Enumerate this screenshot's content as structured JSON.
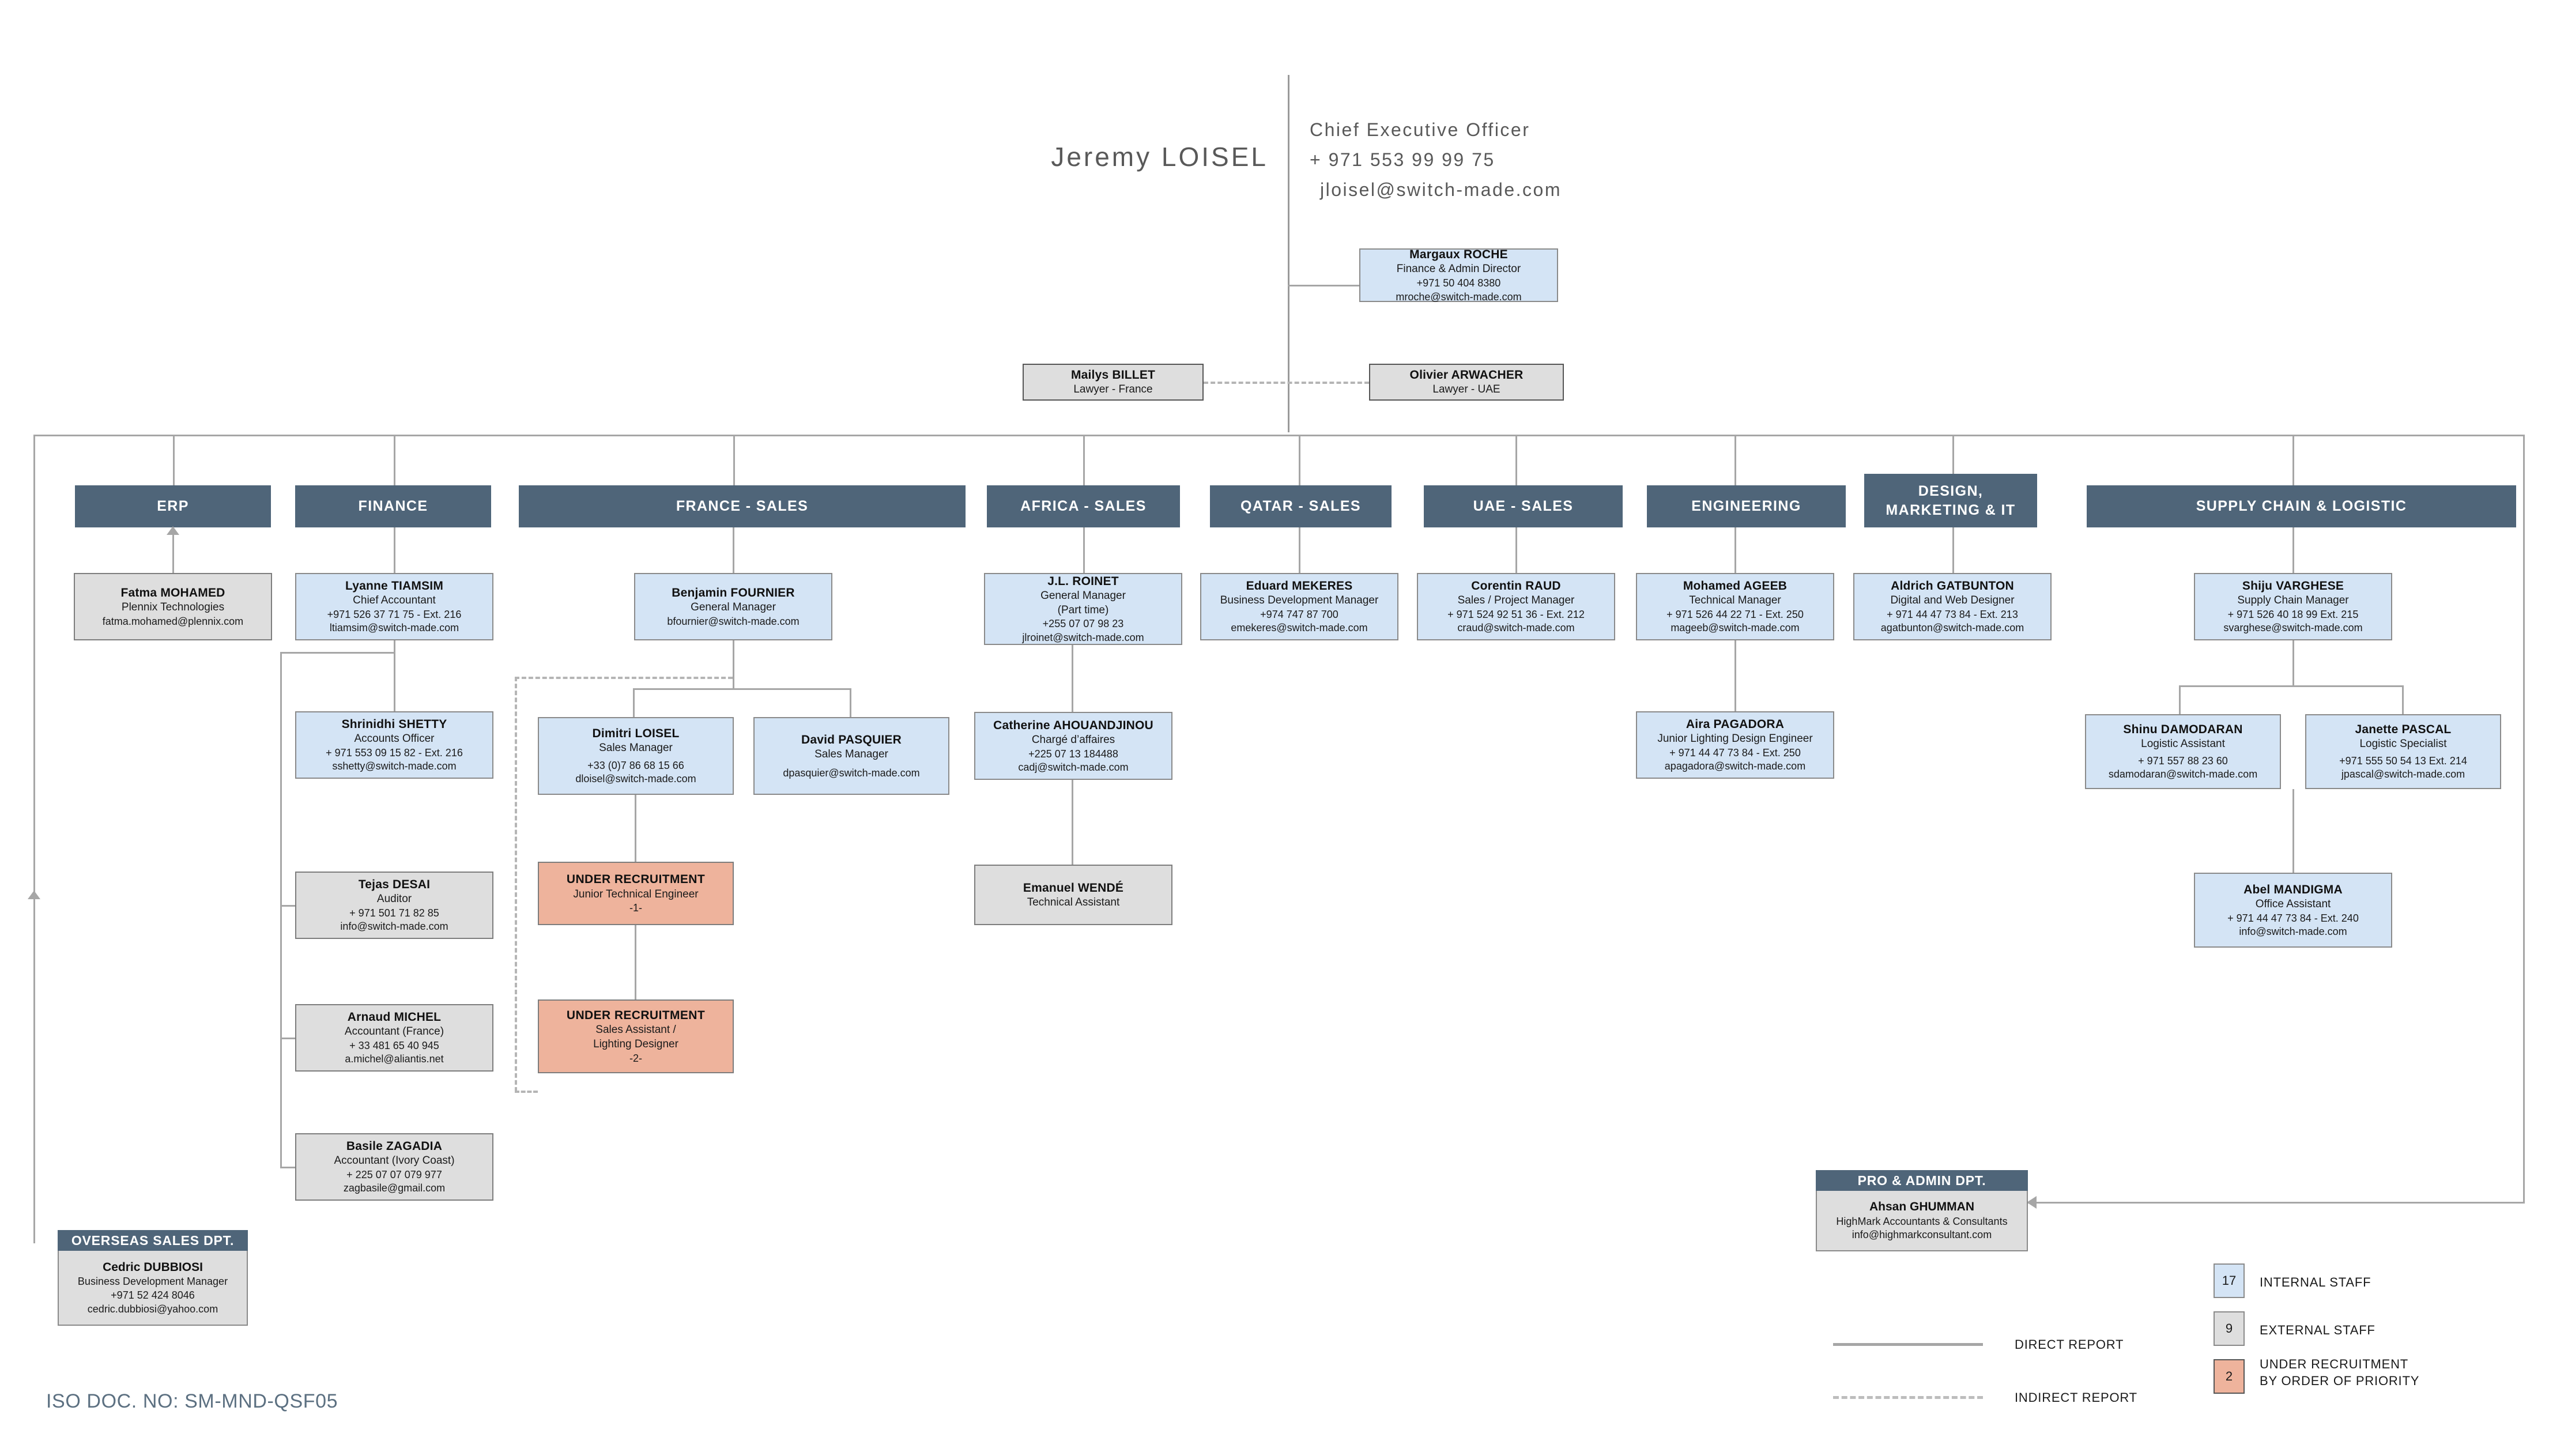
{
  "ceo": {
    "name": "Jeremy LOISEL",
    "title": "Chief Executive Officer",
    "phone": "+ 971 553 99 99 75",
    "email": "jloisel@switch-made.com"
  },
  "executive": {
    "finance_director": {
      "name": "Margaux ROCHE",
      "title": "Finance & Admin Director",
      "phone": "+971 50 404 8380",
      "email": "mroche@switch-made.com"
    },
    "lawyer_france": {
      "name": "Mailys BILLET",
      "title": "Lawyer - France"
    },
    "lawyer_uae": {
      "name": "Olivier ARWACHER",
      "title": "Lawyer - UAE"
    }
  },
  "departments": [
    {
      "id": "erp",
      "label": "ERP"
    },
    {
      "id": "finance",
      "label": "FINANCE"
    },
    {
      "id": "france-sales",
      "label": "FRANCE - SALES"
    },
    {
      "id": "africa-sales",
      "label": "AFRICA - SALES"
    },
    {
      "id": "qatar-sales",
      "label": "QATAR - SALES"
    },
    {
      "id": "uae-sales",
      "label": "UAE - SALES"
    },
    {
      "id": "engineering",
      "label": "ENGINEERING"
    },
    {
      "id": "design-marketing-it",
      "label": "DESIGN,\nMARKETING & IT"
    },
    {
      "id": "supply-chain",
      "label": "SUPPLY CHAIN & LOGISTIC"
    }
  ],
  "dept_labels": {
    "erp": "ERP",
    "finance": "FINANCE",
    "france_sales": "FRANCE - SALES",
    "africa_sales": "AFRICA - SALES",
    "qatar_sales": "QATAR - SALES",
    "uae_sales": "UAE - SALES",
    "engineering": "ENGINEERING",
    "design_l1": "DESIGN,",
    "design_l2": "MARKETING & IT",
    "supply_chain": "SUPPLY CHAIN & LOGISTIC"
  },
  "staff": {
    "fatma": {
      "name": "Fatma MOHAMED",
      "title": "Plennix Technologies",
      "email": "fatma.mohamed@plennix.com"
    },
    "lyanne": {
      "name": "Lyanne TIAMSIM",
      "title": "Chief Accountant",
      "phone": "+971 526 37 71 75  - Ext. 216",
      "email": "ltiamsim@switch-made.com"
    },
    "shrinidhi": {
      "name": "Shrinidhi SHETTY",
      "title": "Accounts Officer",
      "phone": "+ 971 553 09 15 82  - Ext. 216",
      "email": "sshetty@switch-made.com"
    },
    "tejas": {
      "name": "Tejas DESAI",
      "title": "Auditor",
      "phone": "+ 971 501 71 82 85",
      "email": "info@switch-made.com"
    },
    "arnaud": {
      "name": "Arnaud MICHEL",
      "title": "Accountant (France)",
      "phone": "+ 33 481 65 40 945",
      "email": "a.michel@aliantis.net"
    },
    "basile": {
      "name": "Basile ZAGADIA",
      "title": "Accountant (Ivory Coast)",
      "phone": "+ 225 07 07 079 977",
      "email": "zagbasile@gmail.com"
    },
    "benjamin": {
      "name": "Benjamin FOURNIER",
      "title": "General Manager",
      "email": "bfournier@switch-made.com"
    },
    "dimitri": {
      "name": "Dimitri LOISEL",
      "title": "Sales Manager",
      "phone": "+33 (0)7 86 68 15 66",
      "email": "dloisel@switch-made.com"
    },
    "david": {
      "name": "David PASQUIER",
      "title": "Sales Manager",
      "email": "dpasquier@switch-made.com"
    },
    "rec1": {
      "name": "UNDER RECRUITMENT",
      "title": "Junior Technical Engineer",
      "priority": "-1-"
    },
    "rec2": {
      "name": "UNDER RECRUITMENT",
      "title_l1": "Sales Assistant /",
      "title_l2": "Lighting Designer",
      "priority": "-2-"
    },
    "roinet": {
      "name": "J.L. ROINET",
      "title": "General Manager",
      "title2": "(Part time)",
      "phone": "+255 07 07 98 23",
      "email": "jlroinet@switch-made.com"
    },
    "catherine": {
      "name": "Catherine AHOUANDJINOU",
      "title": "Chargé d’affaires",
      "phone": "+225 07 13 184488",
      "email": "cadj@switch-made.com"
    },
    "emanuel": {
      "name": "Emanuel WENDÉ",
      "title": "Technical Assistant"
    },
    "eduard": {
      "name": "Eduard MEKERES",
      "title": "Business Development Manager",
      "phone": "+974 747 87 700",
      "email": "emekeres@switch-made.com"
    },
    "corentin": {
      "name": "Corentin RAUD",
      "title": "Sales / Project Manager",
      "phone": "+ 971 524 92 51 36  - Ext. 212",
      "email": "craud@switch-made.com"
    },
    "mohamed": {
      "name": "Mohamed AGEEB",
      "title": "Technical Manager",
      "phone": "+ 971 526 44 22 71 - Ext. 250",
      "email": "mageeb@switch-made.com"
    },
    "aira": {
      "name": "Aira PAGADORA",
      "title": "Junior Lighting Design Engineer",
      "phone": "+ 971 44 47 73 84 - Ext. 250",
      "email": "apagadora@switch-made.com"
    },
    "aldrich": {
      "name": "Aldrich GATBUNTON",
      "title": "Digital and Web Designer",
      "phone": "+ 971 44 47 73 84 - Ext. 213",
      "email": "agatbunton@switch-made.com"
    },
    "shiju": {
      "name": "Shiju VARGHESE",
      "title": "Supply Chain Manager",
      "phone": "+ 971 526 40 18 99  Ext. 215",
      "email": "svarghese@switch-made.com"
    },
    "shinu": {
      "name": "Shinu DAMODARAN",
      "title": "Logistic Assistant",
      "phone": "+ 971 557 88 23 60",
      "email": "sdamodaran@switch-made.com"
    },
    "janette": {
      "name": "Janette PASCAL",
      "title": "Logistic Specialist",
      "phone": "+971 555 50 54 13  Ext. 214",
      "email": "jpascal@switch-made.com"
    },
    "abel": {
      "name": "Abel MANDIGMA",
      "title": "Office Assistant",
      "phone": "+ 971 44 47 73 84 - Ext. 240",
      "email": "info@switch-made.com"
    }
  },
  "groups": {
    "overseas": {
      "header": "OVERSEAS SALES DPT.",
      "name": "Cedric DUBBIOSI",
      "title": "Business Development Manager",
      "phone": "+971 52 424 8046",
      "email": "cedric.dubbiosi@yahoo.com"
    },
    "pro_admin": {
      "header": "PRO & ADMIN DPT.",
      "name": "Ahsan GHUMMAN",
      "title": "HighMark Accountants & Consultants",
      "email": "info@highmarkconsultant.com"
    }
  },
  "legend": {
    "direct_report": "DIRECT REPORT",
    "indirect_report": "INDIRECT REPORT",
    "internal_count": "17",
    "internal_label": "INTERNAL STAFF",
    "external_count": "9",
    "external_label": "EXTERNAL STAFF",
    "recruitment_count": "2",
    "recruitment_label_l1": "UNDER RECRUITMENT",
    "recruitment_label_l2": "BY ORDER OF PRIORITY"
  },
  "footer": {
    "iso": "ISO DOC. NO: SM-MND-QSF05"
  },
  "colors": {
    "dept_header": "#4f6579",
    "internal": "#d4e4f5",
    "external": "#dedede",
    "recruitment": "#eeb39c",
    "connector": "#a6a6a6",
    "text_muted": "#595959"
  }
}
